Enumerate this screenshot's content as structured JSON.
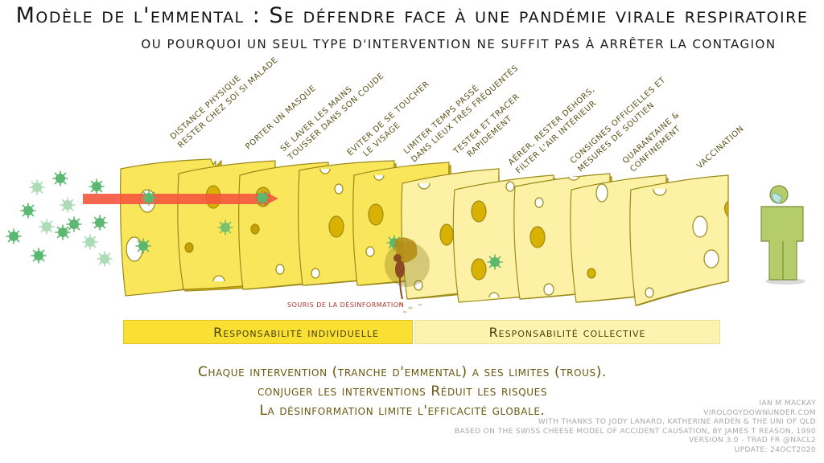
{
  "title": "Modèle de l'emmental : Se défendre face à une pandémie virale respiratoire",
  "subtitle": "ou pourquoi un seul type d'intervention ne suffit pas à arrêter la contagion",
  "interventions": [
    {
      "line1": "Distance physique",
      "line2": "Rester chez soi si malade",
      "group": "individual"
    },
    {
      "line1": "Porter un masque",
      "line2": "",
      "group": "individual"
    },
    {
      "line1": "Se laver les mains",
      "line2": "Tousser dans son coude",
      "group": "individual"
    },
    {
      "line1": "Éviter de se toucher",
      "line2": "le visage",
      "group": "individual"
    },
    {
      "line1": "Limiter temps passé",
      "line2": "dans lieux très fréquentés",
      "group": "individual"
    },
    {
      "line1": "Tester et tracer",
      "line2": "rapidement",
      "group": "collective"
    },
    {
      "line1": "Aérer, rester dehors,",
      "line2": "filter l'air intérieur",
      "group": "collective"
    },
    {
      "line1": "Consignes officielles et",
      "line2": "mesures de soutien",
      "group": "collective"
    },
    {
      "line1": "Quarantaine &",
      "line2": "confinement",
      "group": "collective"
    },
    {
      "line1": "Vaccination",
      "line2": "",
      "group": "collective"
    }
  ],
  "mouse_label": "Souris de la désinformation",
  "bands": {
    "individual": "Responsabilité individuelle",
    "collective": "Responsabilité collective"
  },
  "summary": [
    "Chaque intervention (tranche d'emmental) a ses limites (trous).",
    "conjuger les interventions Réduit les risques",
    "La désinformation limite l'efficacité globale."
  ],
  "credits": [
    "Ian M Mackay",
    "virologydownunder.com",
    "with thanks to Jody Lanard, Katherine Arden & the Uni of Qld",
    "Based on the Swiss cheese model of accident causation, by James T Reason, 1990",
    "version 3.0 - trad fr @nacl2",
    "update: 24oct2020"
  ],
  "colors": {
    "cheese_individual": "#f9e65a",
    "cheese_collective": "#fdf1a6",
    "cheese_edge": "#9c8a1a",
    "cheese_shadow": "#d9b100",
    "virus": "#5cb870",
    "arrow": "#f4563c",
    "person": "#b5cc6b",
    "mask": "#b9e6df",
    "mouse": "#8a4a22"
  }
}
